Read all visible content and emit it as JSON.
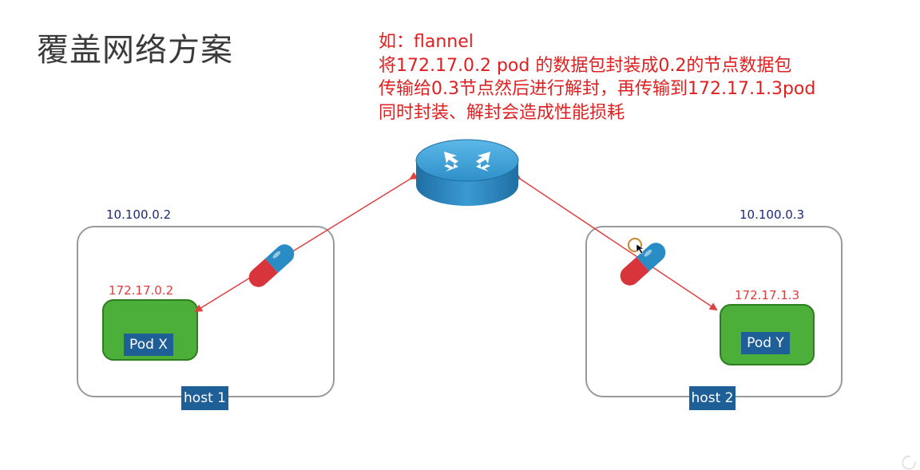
{
  "slide": {
    "title": "覆盖网络方案"
  },
  "note": {
    "lines": [
      "如：flannel",
      "将172.17.0.2 pod 的数据包封装成0.2的节点数据包",
      "传输给0.3节点然后进行解封，再传输到172.17.1.3pod",
      "同时封装、解封会造成性能损耗"
    ]
  },
  "hosts": [
    {
      "ip": "10.100.0.2",
      "pod_ip": "172.17.0.2",
      "pod_label": "Pod X",
      "host_label": "host 1"
    },
    {
      "ip": "10.100.0.3",
      "pod_ip": "172.17.1.3",
      "pod_label": "Pod Y",
      "host_label": "host 2"
    }
  ],
  "colors": {
    "note_text": "#e02020",
    "arrow": "#e04040",
    "pod_fill": "#4caf3a",
    "label_bg": "#1f5f97",
    "router": "#2a8cc4"
  },
  "icons": [
    "router-icon",
    "capsule-icon",
    "cursor-icon"
  ]
}
